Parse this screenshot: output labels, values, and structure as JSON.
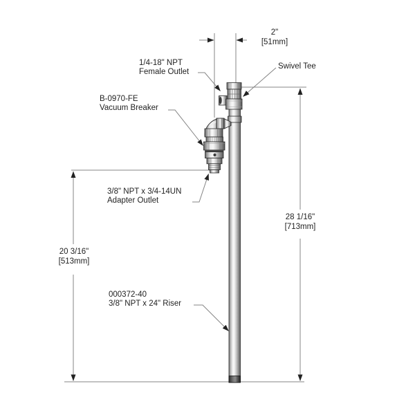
{
  "labels": {
    "female_outlet": {
      "line1": "1/4-18\" NPT",
      "line2": "Female Outlet"
    },
    "swivel_tee": {
      "line1": "Swivel Tee"
    },
    "vacuum_breaker": {
      "line1": "B-0970-FE",
      "line2": "Vacuum Breaker"
    },
    "adapter_outlet": {
      "line1": "3/8\" NPT x 3/4-14UN",
      "line2": "Adapter Outlet"
    },
    "riser": {
      "line1": "000372-40",
      "line2": "3/8\" NPT x 24\" Riser"
    }
  },
  "dimensions": {
    "offset_width": {
      "inches": "2\"",
      "metric": "[51mm]"
    },
    "adapter_height": {
      "inches": "20 3/16\"",
      "metric": "[513mm]"
    },
    "overall_height": {
      "inches": "28 1/16\"",
      "metric": "[713mm]"
    }
  },
  "colors": {
    "background": "#ffffff",
    "line": "#848484",
    "arrow": "#222222",
    "text": "#1f1f1f",
    "metal_light": "#f2f2f2",
    "metal_dark": "#5a5a5a"
  }
}
